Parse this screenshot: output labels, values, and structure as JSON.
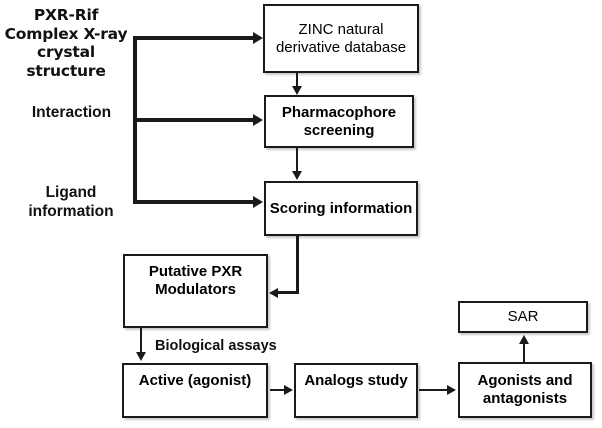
{
  "diagram": {
    "title": "PXR virtual screening workflow flowchart",
    "colors": {
      "stroke": "#1a1a1a",
      "fill": "#ffffff",
      "text": "#000000"
    },
    "inputs": [
      {
        "id": "input-xray",
        "label": "PXR-Rif Complex X-ray crystal structure"
      },
      {
        "id": "input-interaction",
        "label": "Interaction"
      },
      {
        "id": "input-ligand",
        "label": "Ligand information"
      }
    ],
    "nodes": [
      {
        "id": "zinc",
        "label": "ZINC natural derivative database",
        "weight": "normal"
      },
      {
        "id": "pharmacophore",
        "label": "Pharmacophore screening",
        "weight": "bold"
      },
      {
        "id": "scoring",
        "label": "Scoring information",
        "weight": "bold"
      },
      {
        "id": "modulators",
        "label": "Putative PXR Modulators",
        "weight": "bold"
      },
      {
        "id": "active",
        "label": "Active (agonist)",
        "weight": "bold"
      },
      {
        "id": "analogs",
        "label": "Analogs study",
        "weight": "bold"
      },
      {
        "id": "agonists",
        "label": "Agonists and antagonists",
        "weight": "bold"
      },
      {
        "id": "sar",
        "label": "SAR",
        "weight": "normal"
      }
    ],
    "edge_labels": [
      {
        "id": "biological-assays",
        "label": "Biological assays"
      }
    ]
  }
}
